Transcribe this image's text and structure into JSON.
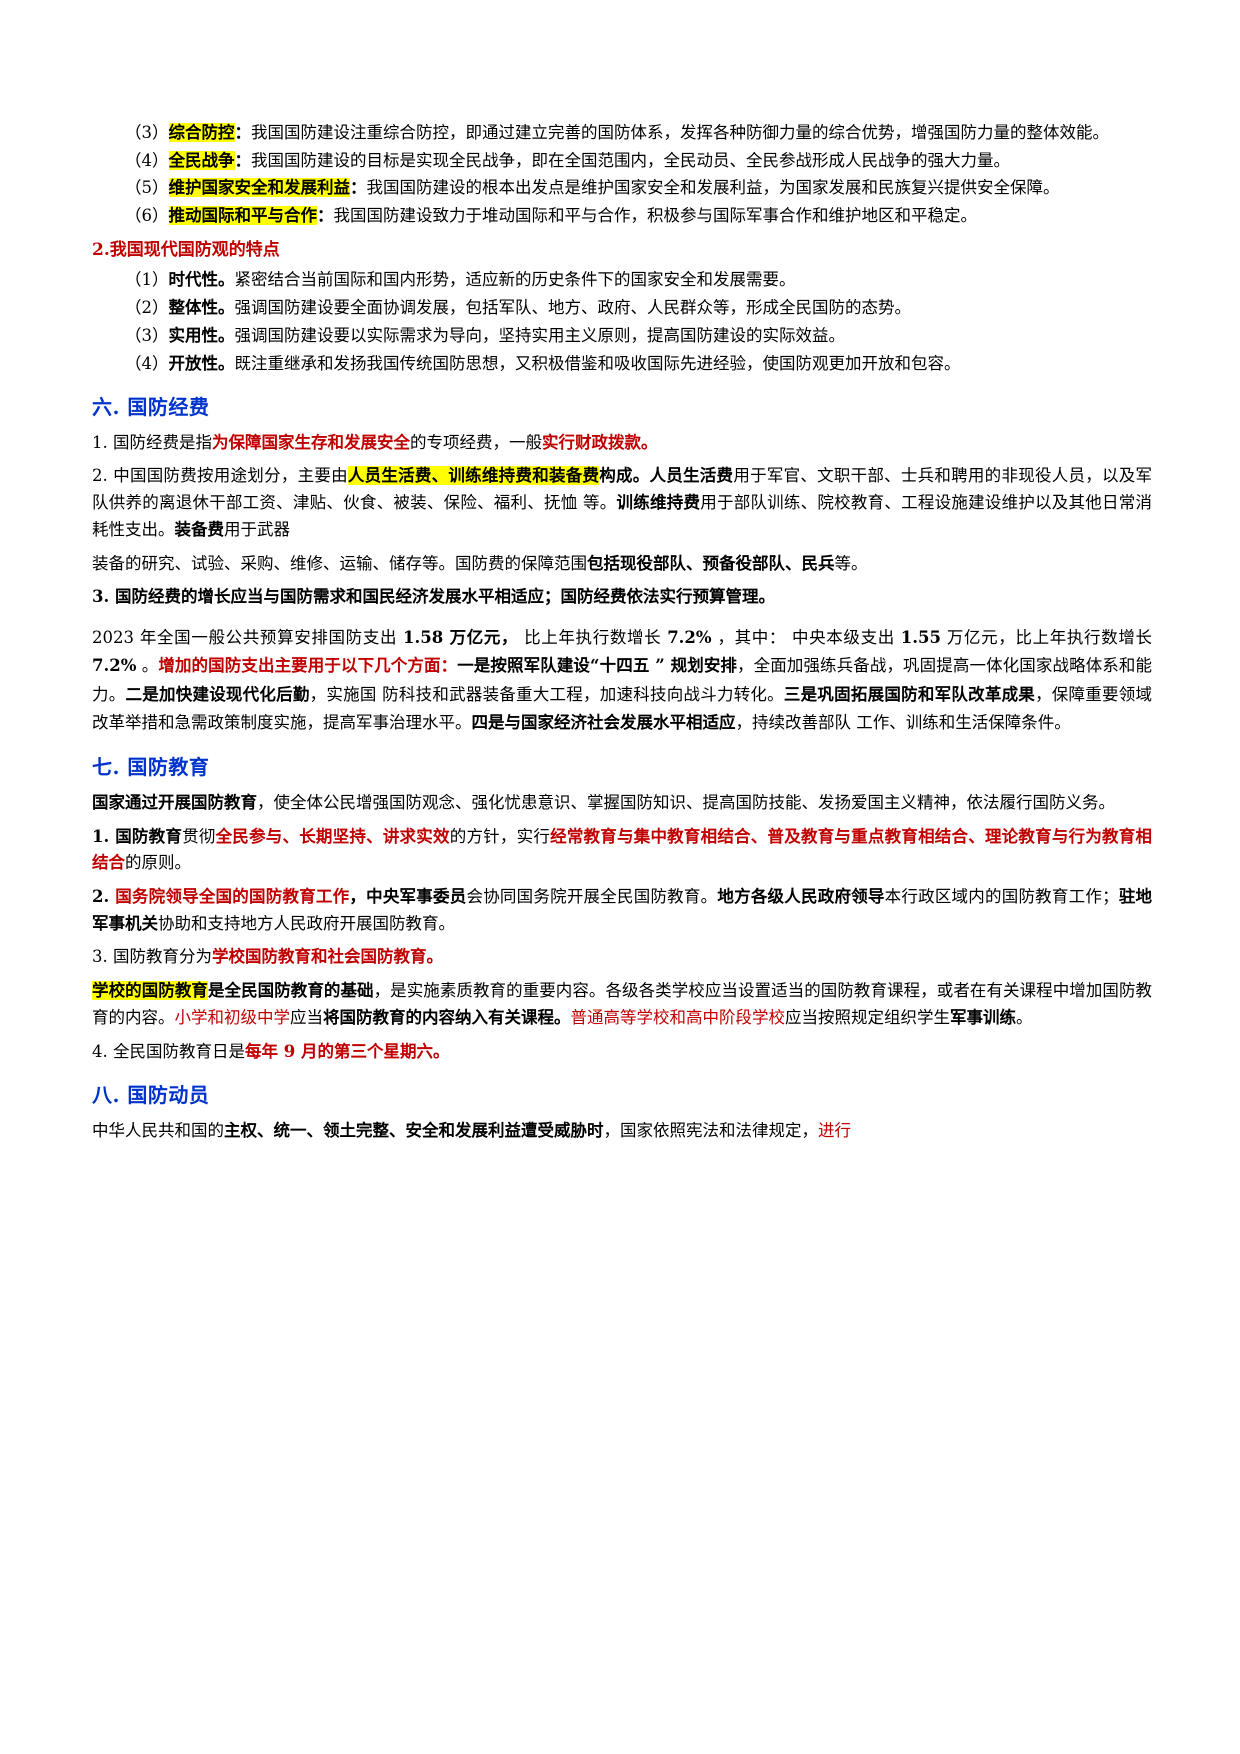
{
  "document": {
    "blocks": [
      {
        "id": "item3",
        "lead": "（3）",
        "highlight": "综合防控",
        "colon": "：",
        "body": "我国国防建设注重综合防控，即通过建立完善的国防体系，发挥各种防御力量的综合优势，增强国防力量的整体效能。"
      },
      {
        "id": "item4",
        "lead": "（4）",
        "highlight": "全民战争",
        "colon": "：",
        "body": "我国国防建设的目标是实现全民战争，即在全国范围内，全民动员、全民参战形成人民战争的强大力量。"
      },
      {
        "id": "item5",
        "lead": "（5）",
        "highlight": "维护国家安全和发展利益",
        "colon": "：",
        "body": "我国国防建设的根本出发点是维护国家安全和发展利益，为国家发展和民族复兴提供安全保障。"
      },
      {
        "id": "item6",
        "lead": "（6）",
        "highlight": "推动国际和平与合作",
        "colon": "：",
        "body": "我国国防建设致力于堆动国际和平与合作，积极参与国际军事合作和维护地区和平稳定。"
      }
    ],
    "heading_2": "2.我国现代国防观的特点",
    "features": [
      {
        "lead": "（1）",
        "term": "时代性",
        "sep": "。",
        "body": "紧密结合当前国际和国内形势，适应新的历史条件下的国家安全和发展需要。"
      },
      {
        "lead": "（2）",
        "term": "整体性",
        "sep": "。",
        "body": "强调国防建设要全面协调发展，包括军队、地方、政府、人民群众等，形成全民国防的态势。"
      },
      {
        "lead": "（3）",
        "term": "实用性",
        "sep": "。",
        "body": "强调国防建设要以实际需求为导向，坚持实用主义原则，提高国防建设的实际效益。"
      },
      {
        "lead": "（4）",
        "term": "开放性",
        "sep": "。",
        "body": "既注重继承和发扬我国传统国防思想，又积极借鉴和吸收国际先进经验，使国防观更加开放和包容。"
      }
    ],
    "section_six": {
      "title": "六. 国防经费",
      "p1": {
        "prefix": "1. 国防经费是指",
        "red1": "为保障国家生存和发展安全",
        "mid": "的专项经费，一般",
        "red2": "实行财政拨款",
        "end": "。"
      },
      "p2": {
        "prefix": "2. 中国国防费按用途划分，主要由",
        "hl": "人员生活费、训练维持费和装备费",
        "t1": "构成。",
        "b1": "人员生活费",
        "t2": "用于军官、文职干部、士兵和聘用的非现役人员，",
        "t3": "以及军队供养的离退休干部工资、津贴、伙食、被装、保险、福利、抚恤 等。",
        "b2": "训练维持费",
        "t4": "用于部队训练、院校教育、工程设施建设维护以及其他日常消耗性支出。",
        "b3": "装备费",
        "t5": "用于武器",
        "t6": "装备的研究、试验、采购、维修、运输、储存等。国防费的保障范围",
        "b4": "包括现役部队、预备役部队、民兵",
        "t7": "等。"
      },
      "p3": {
        "prefix": "3. 国防经费的",
        "b1": "增长应当与国防需求和国民经济发展水平相适应",
        "mid": "；国防经费依法",
        "b2": "实行预算管理",
        "end": "。"
      },
      "budget": {
        "t1": "2023 年全国一般公共预算安排国防支出 ",
        "b1": "1.58 万亿元，",
        "t2": " 比上年执行数增长 ",
        "b2": "7.2%",
        "t3": " ，其中： 中央本级支出 ",
        "b3": "1.55",
        "t4": " 万亿元，比上年执行数增长 ",
        "b4": "7.2%",
        "t5": " 。",
        "red1": "增加的国防支出主要用于以下几个方面：",
        "b5": "一是按照军队建设“十四五 ”  规划安排",
        "t6": "，全面加强练兵备战，巩固提高一体化国家战略体系和能力。",
        "b6": "二是加快建设现代化后勤",
        "t7": "，实施国   防科技和武器装备重大工程，加速科技向战斗力转化。",
        "b7": "三是巩固拓展国防和军队改革成果",
        "t8": "，保障重要领域   改革举措和急需政策制度实施，提高军事治理水平。",
        "b8": "四是与国家经济社会发展水平相适应",
        "t9": "，持续改善部队   工作、训练和生活保障条件。"
      }
    },
    "section_seven": {
      "title": "七. 国防教育",
      "intro": {
        "b1": "国家通过开展国防教育",
        "t1": "，使全体公民增强国防观念、强化忧患意识、掌握国防知识、提高国防技能、发扬爱国主义精神，依法履行国防义务。"
      },
      "p1": {
        "n": "1. ",
        "b1": "国防教育",
        "t1": "贯彻",
        "r1": "全民参与、长期坚持、讲求实效",
        "t2": "的方针，实行",
        "r2": "经常教育与集中教育相结合、普及教育与重点教育相结合、理论教育与行为教育相结合",
        "t3": "的原则。"
      },
      "p2": {
        "n": "2. ",
        "r1": "国务院领导全国的国防教育工作",
        "t1": "，",
        "b1": "中央军事委员",
        "t2": "会协同国务院开展全民国防教育。",
        "b2": "地方各级人民政府领导",
        "t3": "本行政区域内的国防教育工作；",
        "b3": "驻地军事机关",
        "t4": "协助和支持地方人民政府开展国防教育。"
      },
      "p3": {
        "n": "3. ",
        "t1": "国防教育分为",
        "r1": "学校国防教育和社会国防教育。"
      },
      "p4": {
        "hl": "学校的国防教育",
        "b1": "是全民国防教育的基础",
        "t1": "，是实施素质教育的重要内容。各级各类学校应当设置适当的国防教育课程，或者在有关课程中增加国防教育的内容。",
        "r1": "小学和初级中学",
        "t2": "应当",
        "b2": "将国防教育的内容纳入有关课程。",
        "r2": "普通高等学校和高中阶段学校",
        "t3": "应当按照规定组织学生",
        "b3": "军事训练",
        "t4": "。"
      },
      "p5": {
        "n": "4. ",
        "t1": "全民国防教育日是",
        "r1": "每年 9 月的第三个星期六。"
      }
    },
    "section_eight": {
      "title": "八. 国防动员",
      "p1": {
        "t1": "中华人民共和国的",
        "b1": "主权、统一、领土完整、安全和发展利益遭受威胁时",
        "t2": "，国家依照宪法和法律规定，",
        "r1": "进行"
      }
    }
  }
}
